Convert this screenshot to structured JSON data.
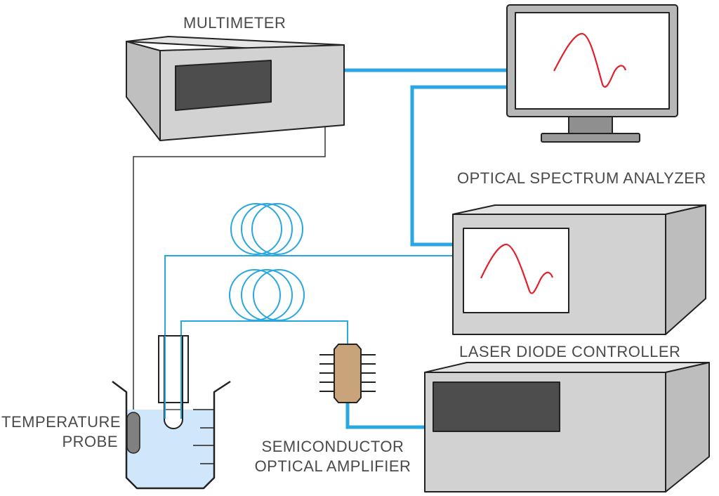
{
  "labels": {
    "multimeter": "MULTIMETER",
    "osa": "OPTICAL SPECTRUM ANALYZER",
    "ldc": "LASER DIODE CONTROLLER",
    "probe_line1": "TEMPERATURE",
    "probe_line2": "PROBE",
    "soa_line1": "SEMICONDUCTOR",
    "soa_line2": "OPTICAL AMPLIFIER"
  },
  "colors": {
    "device_body": "#d2d2d2",
    "device_dark": "#4d4d4d",
    "cable_blue": "#2aa7df",
    "trace_red": "#e0202a",
    "water": "#cfe6fb",
    "chip": "#c9a47a",
    "outline": "#222222"
  }
}
